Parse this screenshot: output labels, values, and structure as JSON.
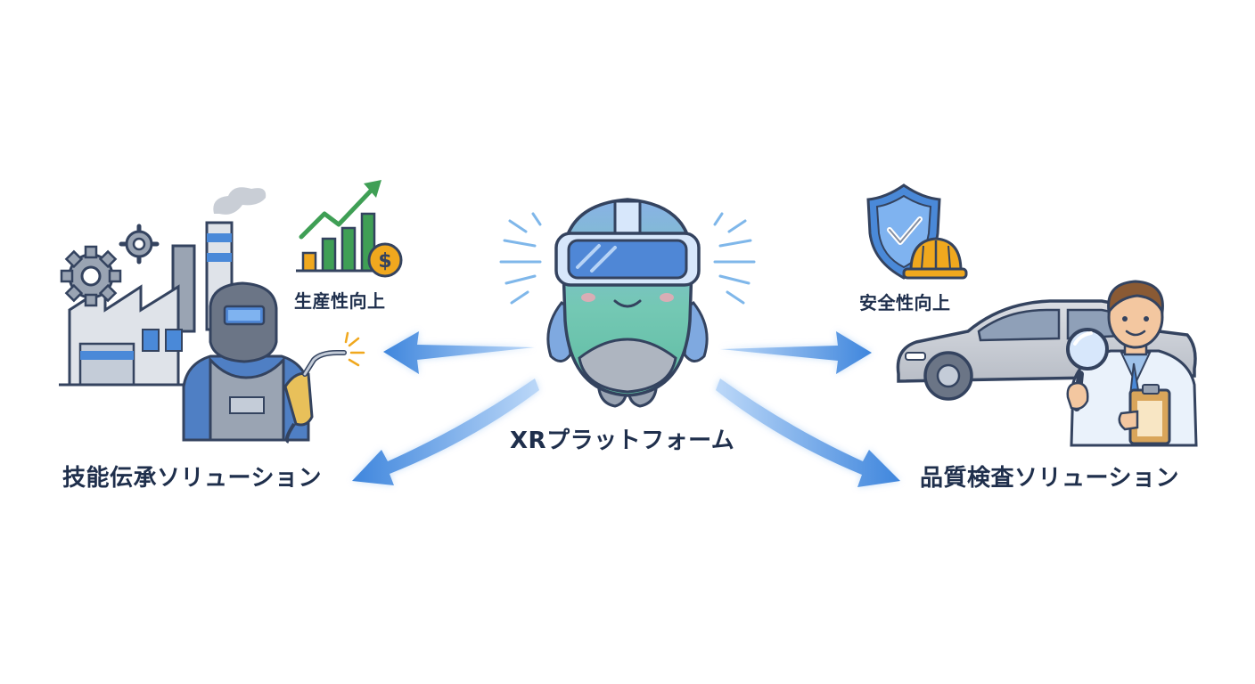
{
  "diagram": {
    "center": {
      "label": "XRプラットフォーム",
      "icon": "vr-headset-mascot-icon"
    },
    "left": {
      "label": "技能伝承ソリューション",
      "benefit": "生産性向上",
      "icons": [
        "factory-icon",
        "gear-icon",
        "welder-icon",
        "growth-chart-icon",
        "dollar-coin-icon"
      ]
    },
    "right": {
      "label": "品質検査ソリューション",
      "benefit": "安全性向上",
      "icons": [
        "car-icon",
        "inspector-icon",
        "magnifier-icon",
        "shield-check-icon",
        "hard-hat-icon"
      ]
    },
    "colors": {
      "text": "#1f2f4c",
      "arrow": "#3f86dd",
      "line": "#34435f",
      "mascot_blue": "#8fb8ea",
      "mascot_green": "#66c7ad",
      "chart_green": "#3f9f55",
      "shield_blue": "#4a89d8",
      "hat_orange": "#f0a81e"
    }
  }
}
